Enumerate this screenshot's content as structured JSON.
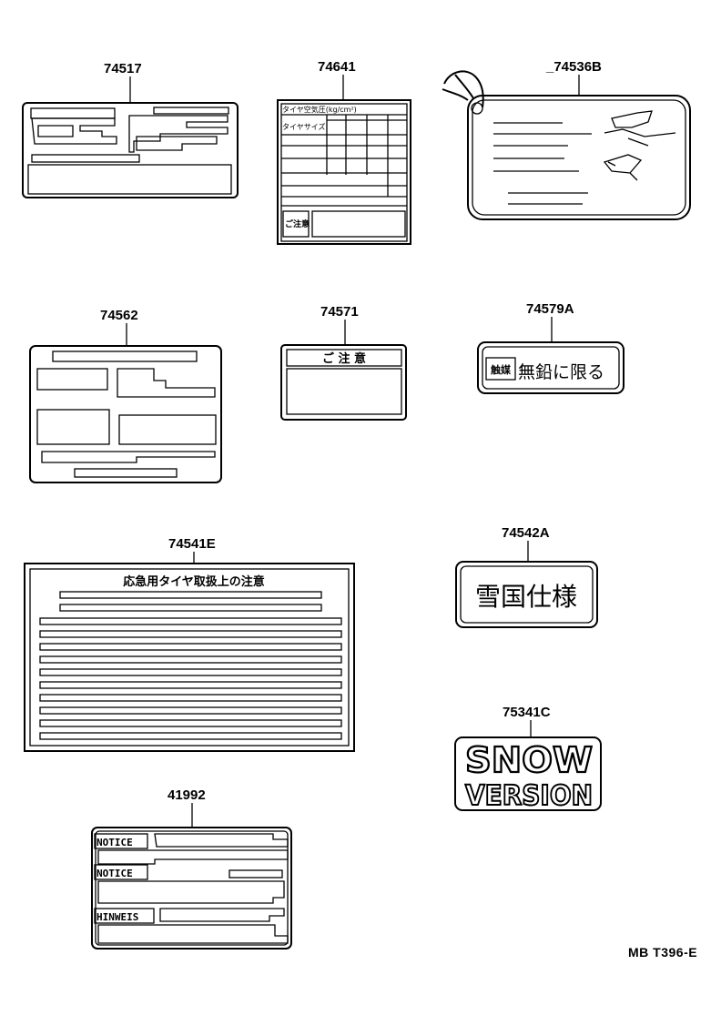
{
  "parts": [
    {
      "id": "p74517",
      "number": "74517"
    },
    {
      "id": "p74641",
      "number": "74641"
    },
    {
      "id": "p74536b",
      "number": "_74536B"
    },
    {
      "id": "p74562",
      "number": "74562"
    },
    {
      "id": "p74571",
      "number": "74571"
    },
    {
      "id": "p74579a",
      "number": "74579A"
    },
    {
      "id": "p74541e",
      "number": "74541E"
    },
    {
      "id": "p74542a",
      "number": "74542A"
    },
    {
      "id": "p75341c",
      "number": "75341C"
    },
    {
      "id": "p41992",
      "number": "41992"
    }
  ],
  "labels": {
    "tire_pressure": "タイヤ空気圧(kg/cm²)",
    "tire_size": "タイヤサイズ",
    "caution_small": "ご注意",
    "caution_header": "ご 注 意",
    "unleaded_box": "触媒",
    "unleaded_text": "無鉛に限る",
    "spare_tire_title": "応急用タイヤ取扱上の注意",
    "snow_spec": "雪国仕様",
    "snow_word": "SNOW",
    "version_word": "VERSION",
    "notice_1": "NOTICE",
    "notice_2": "NOTICE",
    "hinweis": "HINWEIS"
  },
  "diagram_code": "MB T396-E"
}
